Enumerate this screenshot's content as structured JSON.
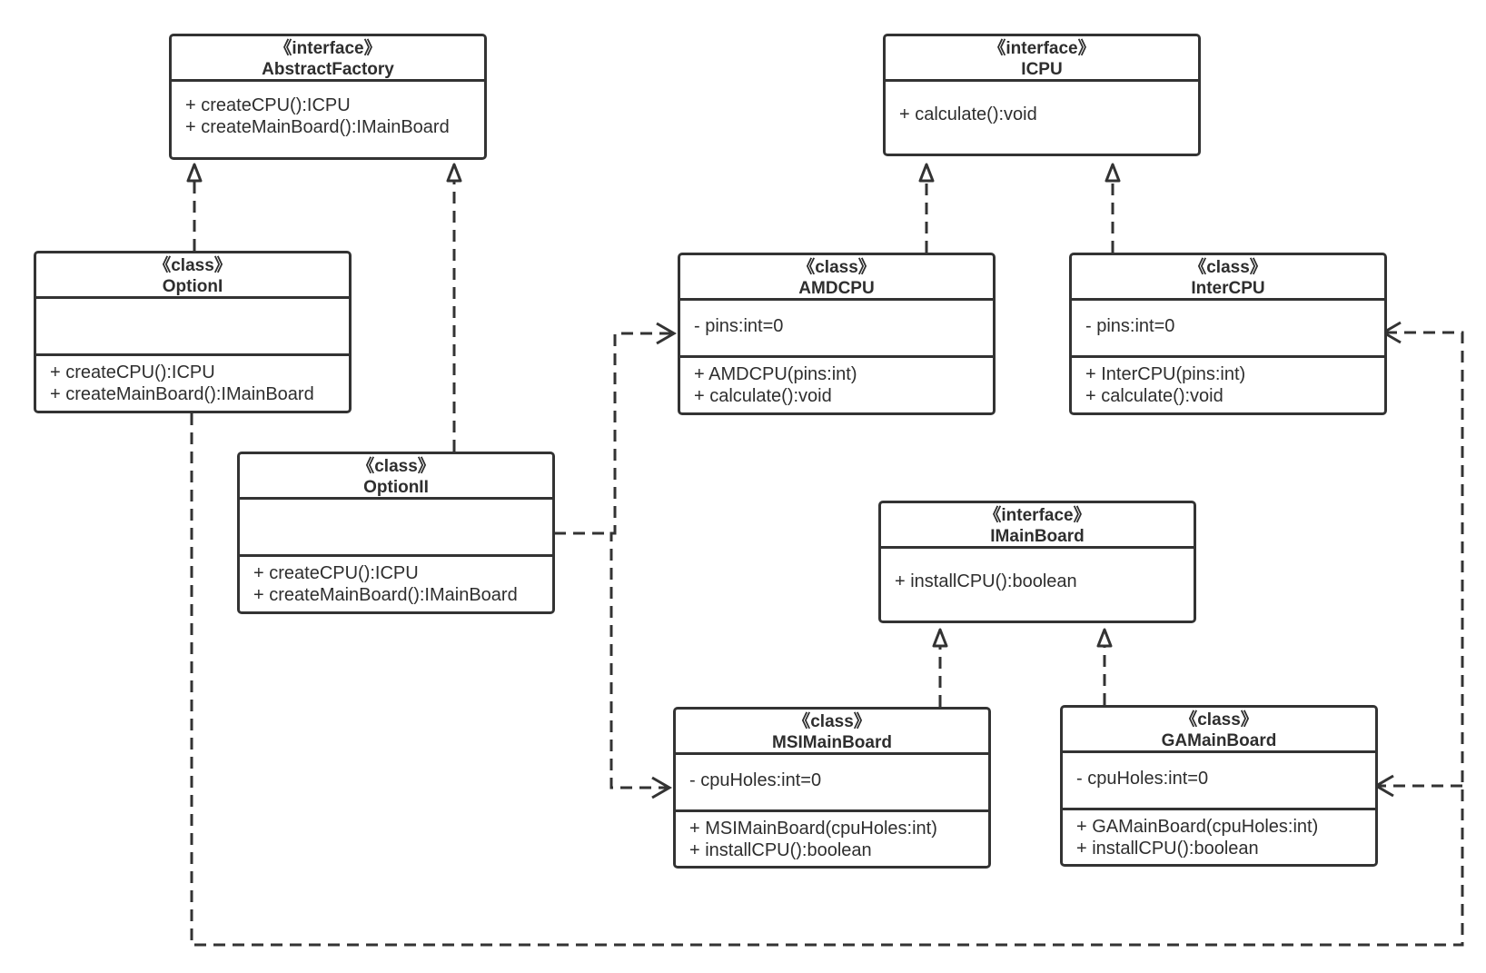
{
  "diagram": {
    "boxes": {
      "abstract_factory": {
        "stereotype": "《interface》",
        "title": "AbstractFactory",
        "methods": [
          "+ createCPU():ICPU",
          "+ createMainBoard():IMainBoard"
        ]
      },
      "icpu": {
        "stereotype": "《interface》",
        "title": "ICPU",
        "methods": [
          "+ calculate():void"
        ]
      },
      "option1": {
        "stereotype": "《class》",
        "title": "OptionI",
        "attributes": [],
        "methods": [
          "+ createCPU():ICPU",
          "+ createMainBoard():IMainBoard"
        ]
      },
      "option2": {
        "stereotype": "《class》",
        "title": "OptionII",
        "attributes": [],
        "methods": [
          "+ createCPU():ICPU",
          "+ createMainBoard():IMainBoard"
        ]
      },
      "amdcpu": {
        "stereotype": "《class》",
        "title": "AMDCPU",
        "attributes": [
          "- pins:int=0"
        ],
        "methods": [
          "+ AMDCPU(pins:int)",
          "+ calculate():void"
        ]
      },
      "intercpu": {
        "stereotype": "《class》",
        "title": "InterCPU",
        "attributes": [
          "- pins:int=0"
        ],
        "methods": [
          "+ InterCPU(pins:int)",
          "+ calculate():void"
        ]
      },
      "imainboard": {
        "stereotype": "《interface》",
        "title": "IMainBoard",
        "methods": [
          "+ installCPU():boolean"
        ]
      },
      "msimainboard": {
        "stereotype": "《class》",
        "title": "MSIMainBoard",
        "attributes": [
          "- cpuHoles:int=0"
        ],
        "methods": [
          "+ MSIMainBoard(cpuHoles:int)",
          "+ installCPU():boolean"
        ]
      },
      "gamainboard": {
        "stereotype": "《class》",
        "title": "GAMainBoard",
        "attributes": [
          "- cpuHoles:int=0"
        ],
        "methods": [
          "+ GAMainBoard(cpuHoles:int)",
          "+ installCPU():boolean"
        ]
      }
    },
    "relations": [
      {
        "from": "OptionI",
        "to": "AbstractFactory",
        "kind": "realization"
      },
      {
        "from": "OptionII",
        "to": "AbstractFactory",
        "kind": "realization"
      },
      {
        "from": "AMDCPU",
        "to": "ICPU",
        "kind": "realization"
      },
      {
        "from": "InterCPU",
        "to": "ICPU",
        "kind": "realization"
      },
      {
        "from": "MSIMainBoard",
        "to": "IMainBoard",
        "kind": "realization"
      },
      {
        "from": "GAMainBoard",
        "to": "IMainBoard",
        "kind": "realization"
      },
      {
        "from": "OptionII",
        "to": "AMDCPU",
        "kind": "dependency"
      },
      {
        "from": "OptionII",
        "to": "MSIMainBoard",
        "kind": "dependency"
      },
      {
        "from": "OptionI",
        "to": "InterCPU",
        "kind": "dependency"
      },
      {
        "from": "OptionI",
        "to": "GAMainBoard",
        "kind": "dependency"
      }
    ],
    "colors": {
      "line": "#333333",
      "text": "#2e2e2e",
      "background": "#ffffff"
    }
  }
}
